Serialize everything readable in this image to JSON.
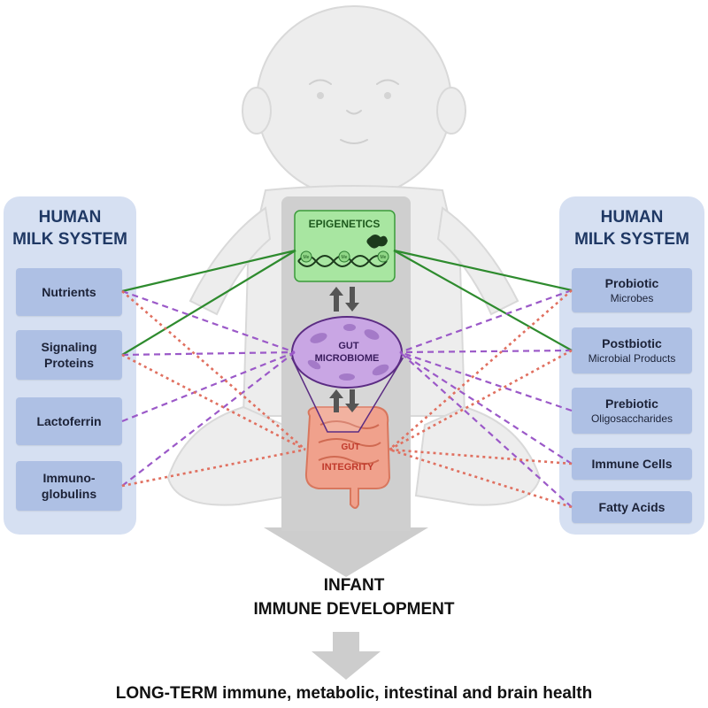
{
  "left_panel": {
    "title_line1": "HUMAN",
    "title_line2": "MILK SYSTEM",
    "items": [
      {
        "line1": "Nutrients",
        "line2": ""
      },
      {
        "line1": "Signaling",
        "line2": "Proteins"
      },
      {
        "line1": "Lactoferrin",
        "line2": ""
      },
      {
        "line1": "Immuno-",
        "line2": "globulins"
      }
    ]
  },
  "right_panel": {
    "title_line1": "HUMAN",
    "title_line2": "MILK SYSTEM",
    "items": [
      {
        "main": "Probiotic",
        "sub": "Microbes"
      },
      {
        "main": "Postbiotic",
        "sub": "Microbial Products"
      },
      {
        "main": "Prebiotic",
        "sub": "Oligosaccharides"
      },
      {
        "main": "Immune Cells",
        "sub": ""
      },
      {
        "main": "Fatty Acids",
        "sub": ""
      }
    ]
  },
  "center": {
    "epigenetics_label": "EPIGENETICS",
    "methyl_label": "Me",
    "microbiome_line1": "GUT",
    "microbiome_line2": "MICROBIOME",
    "integrity_line1": "GUT",
    "integrity_line2": "INTEGRITY"
  },
  "outcome": {
    "line1": "INFANT",
    "line2": "IMMUNE DEVELOPMENT",
    "long_term": "LONG-TERM immune, metabolic, intestinal and brain health"
  },
  "colors": {
    "panel": "#d6e0f2",
    "box": "#aec0e4",
    "title": "#1f3864",
    "green_link": "#2e8b2e",
    "purple_link": "#9b59c8",
    "red_link": "#e07060",
    "epigenetics_fill": "#a8e6a1",
    "microbiome_fill": "#c9a6e4",
    "integrity_fill": "#f0a18c",
    "column": "#cfcfcf"
  }
}
